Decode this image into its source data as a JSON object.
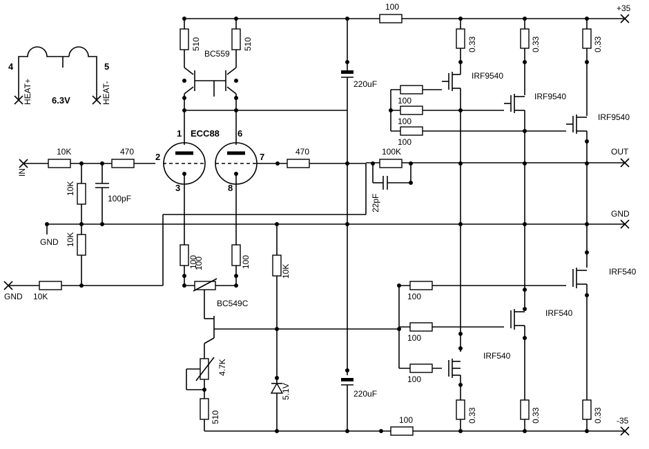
{
  "rails": {
    "vpos": "+35",
    "vneg": "-35",
    "out": "OUT",
    "gnd": "GND",
    "in": "IN",
    "gnd_in": "GND",
    "gnd_heat": "GND"
  },
  "heater": {
    "pin4": "4",
    "pin5": "5",
    "heat_plus": "HEAT+",
    "heat_minus": "HEAT-",
    "voltage": "6.3V"
  },
  "tube": {
    "name": "ECC88",
    "pin1": "1",
    "pin2": "2",
    "pin3": "3",
    "pin6": "6",
    "pin7": "7",
    "pin8": "8"
  },
  "transistors": {
    "pnp": "BC559",
    "npn": "BC549C"
  },
  "mosfets": {
    "p1": "IRF9540",
    "p2": "IRF9540",
    "p3": "IRF9540",
    "n1": "IRF540",
    "n2": "IRF540",
    "n3": "IRF540"
  },
  "values": {
    "r_top_rail": "100",
    "r_bot_rail": "100",
    "r_510_a": "510",
    "r_510_b": "510",
    "r_510_c": "510",
    "r_in_10k": "10K",
    "r_grid_470": "470",
    "r_grid2_470": "470",
    "r_fb_100k": "100K",
    "r_10k_v1": "10K",
    "r_10k_v2": "10K",
    "r_10k_gnd": "10K",
    "r_10k_zener": "10K",
    "c_100pf": "100pF",
    "c_22pf": "22pF",
    "c_220uf_top": "220uF",
    "c_220uf_bot": "220uF",
    "r_cath_a": "100",
    "r_cath_b": "100",
    "pot_100": "100",
    "pot_4k7": "4.7K",
    "zener": "5.1V",
    "r_gp1": "100",
    "r_gp2": "100",
    "r_gp3": "100",
    "r_gn1": "100",
    "r_gn2": "100",
    "r_gn3": "100",
    "r_src_p1": "0.33",
    "r_src_p2": "0.33",
    "r_src_p3": "0.33",
    "r_src_n1": "0.33",
    "r_src_n2": "0.33",
    "r_src_n3": "0.33"
  }
}
